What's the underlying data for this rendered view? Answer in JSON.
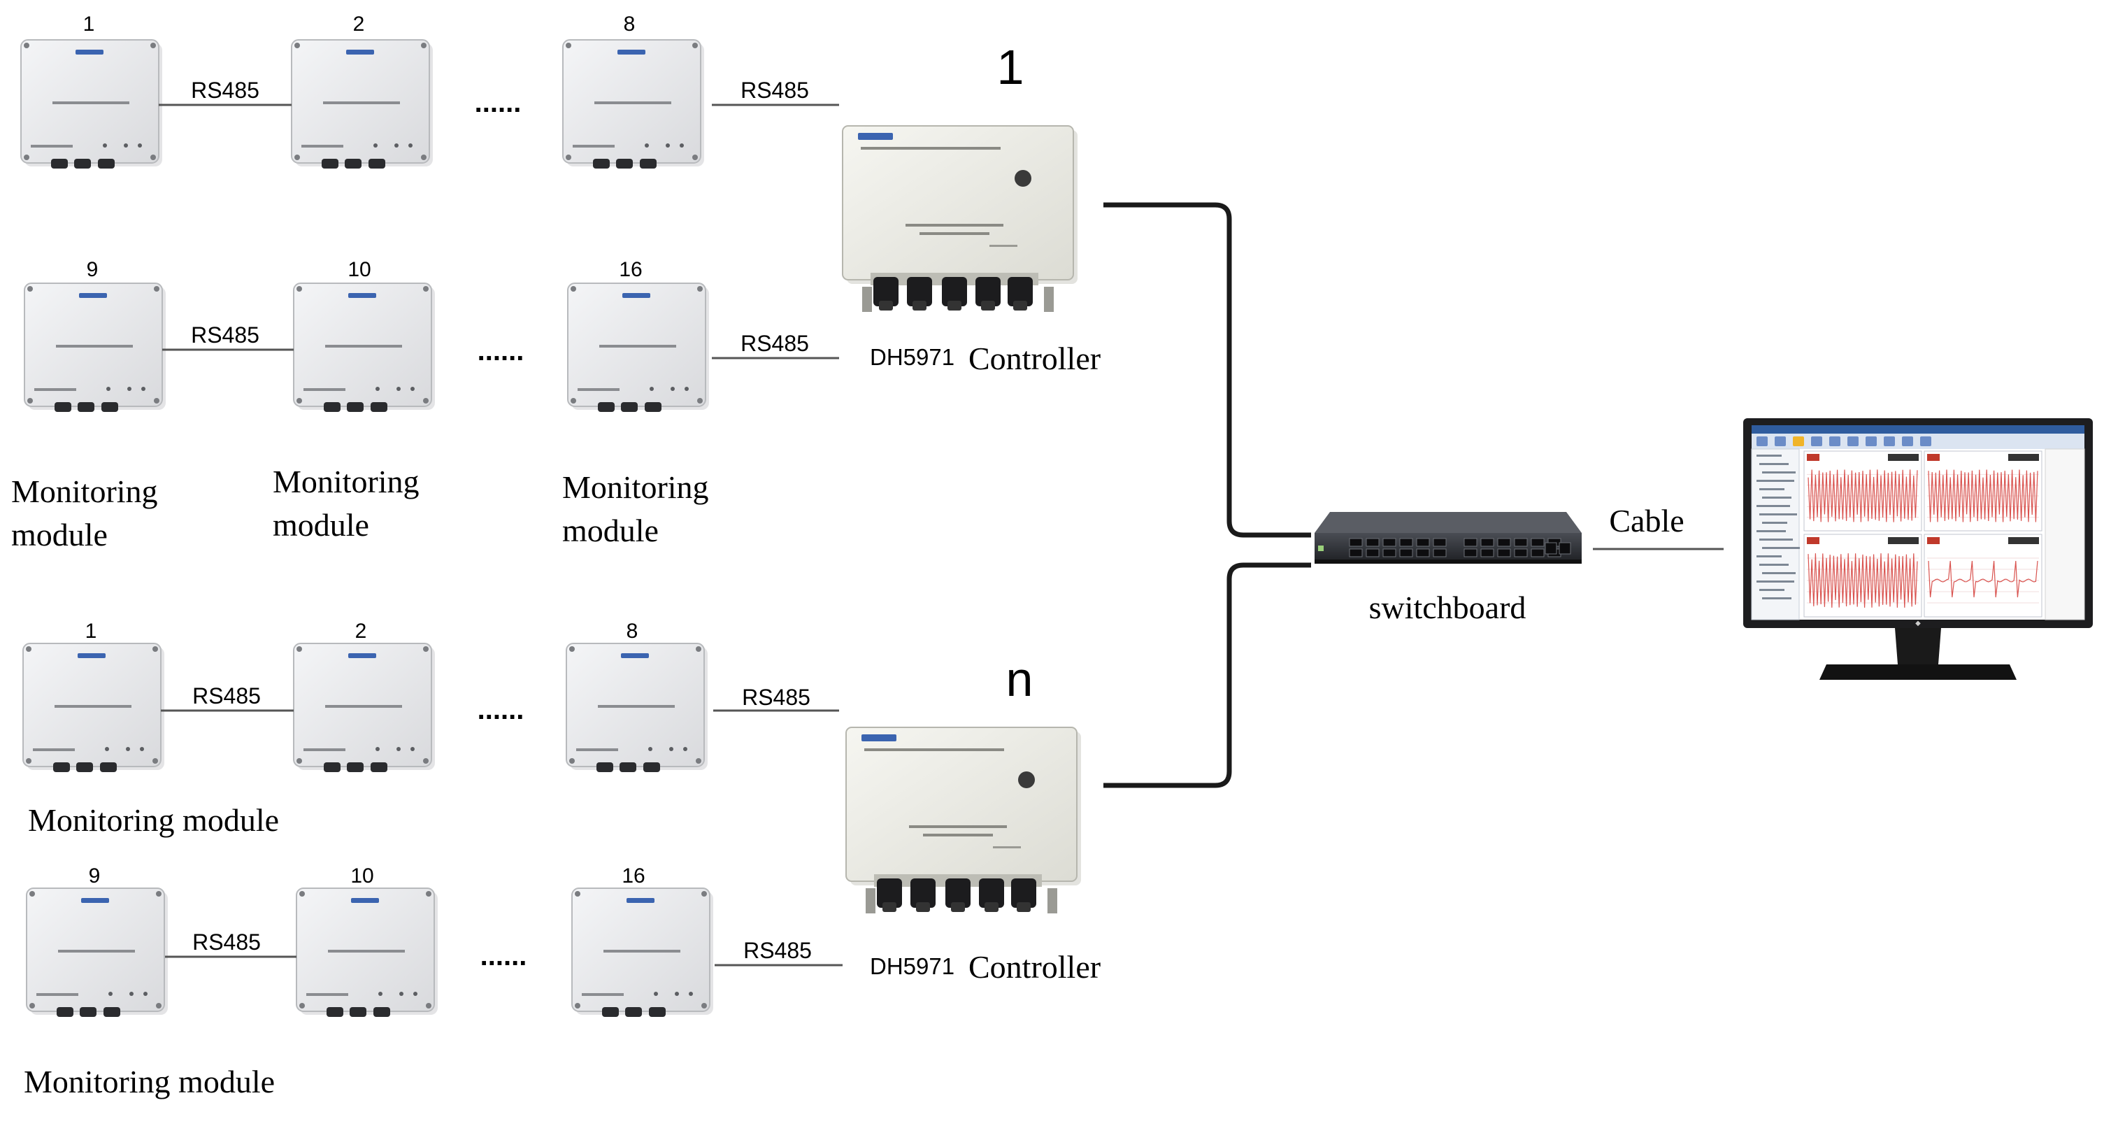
{
  "groups": [
    {
      "top_row": {
        "module_numbers": [
          "1",
          "2",
          "8"
        ],
        "links": [
          "RS485",
          "RS485"
        ],
        "ellipsis": "......"
      },
      "bottom_row": {
        "module_numbers": [
          "9",
          "10",
          "16"
        ],
        "links": [
          "RS485",
          "RS485"
        ],
        "ellipsis": "......"
      },
      "module_labels": [
        [
          "Monitoring",
          "module"
        ],
        [
          "Monitoring",
          "module"
        ],
        [
          "Monitoring",
          "module"
        ]
      ],
      "controller": {
        "index": "1",
        "model": "DH5971",
        "label": "Controller"
      }
    },
    {
      "top_row": {
        "module_numbers": [
          "1",
          "2",
          "8"
        ],
        "links": [
          "RS485",
          "RS485"
        ],
        "ellipsis": "......"
      },
      "bottom_row": {
        "module_numbers": [
          "9",
          "10",
          "16"
        ],
        "links": [
          "RS485",
          "RS485"
        ],
        "ellipsis": "......"
      },
      "top_label": "Monitoring module",
      "bottom_label": "Monitoring module",
      "controller": {
        "index": "n",
        "model": "DH5971",
        "label": "Controller"
      }
    }
  ],
  "switchboard": {
    "label": "switchboard"
  },
  "cable": {
    "label": "Cable"
  },
  "colors": {
    "line": "#1a1a1a",
    "module_body": "#e9eaec",
    "controller_body": "#ecece6",
    "monitor_frame": "#222222",
    "waveform": "#d9534f",
    "switch_body": "#2b2d31",
    "screen_toolbar": "#2f5c9e"
  }
}
